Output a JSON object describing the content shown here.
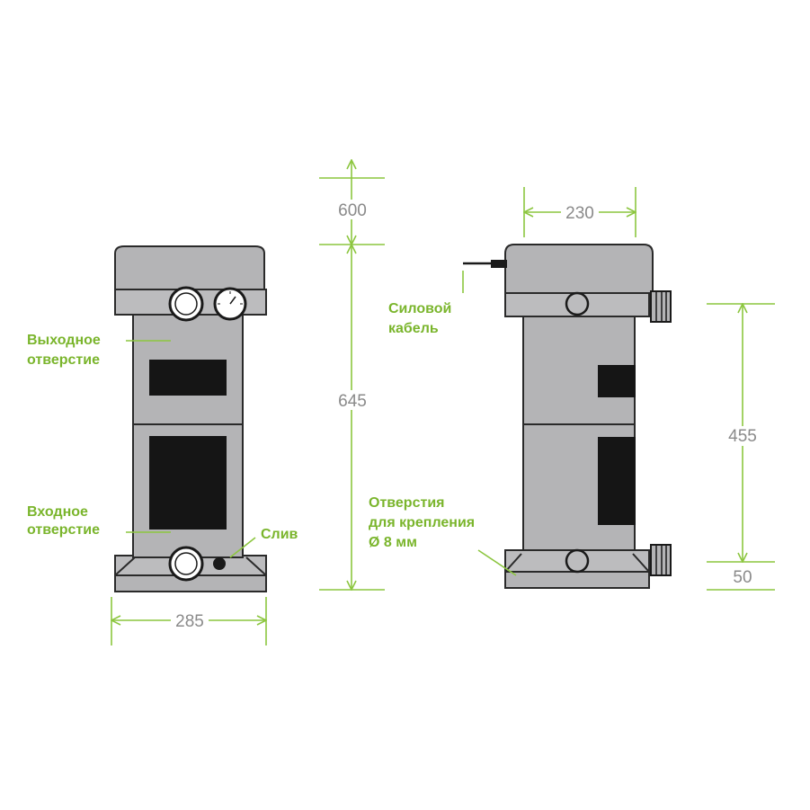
{
  "dimensions": {
    "clearance_top": "600",
    "height_total": "645",
    "width_front": "285",
    "width_side": "230",
    "connection_spacing": "455",
    "base_height": "50"
  },
  "labels": {
    "outlet": [
      "Выходное",
      "отверстие"
    ],
    "inlet": [
      "Входное",
      "отверстие"
    ],
    "drain": "Слив",
    "power_cable": [
      "Силовой",
      "кабель"
    ],
    "mounting_holes": [
      "Отверстия",
      "для крепления",
      "Ø 8 мм"
    ]
  },
  "colors": {
    "dimension_lines": "#8cc63f",
    "callout_text": "#7ab52c",
    "unit_body": "#b4b4b6",
    "outline": "#2a2a2a",
    "dimension_text": "#8a8a8a"
  }
}
